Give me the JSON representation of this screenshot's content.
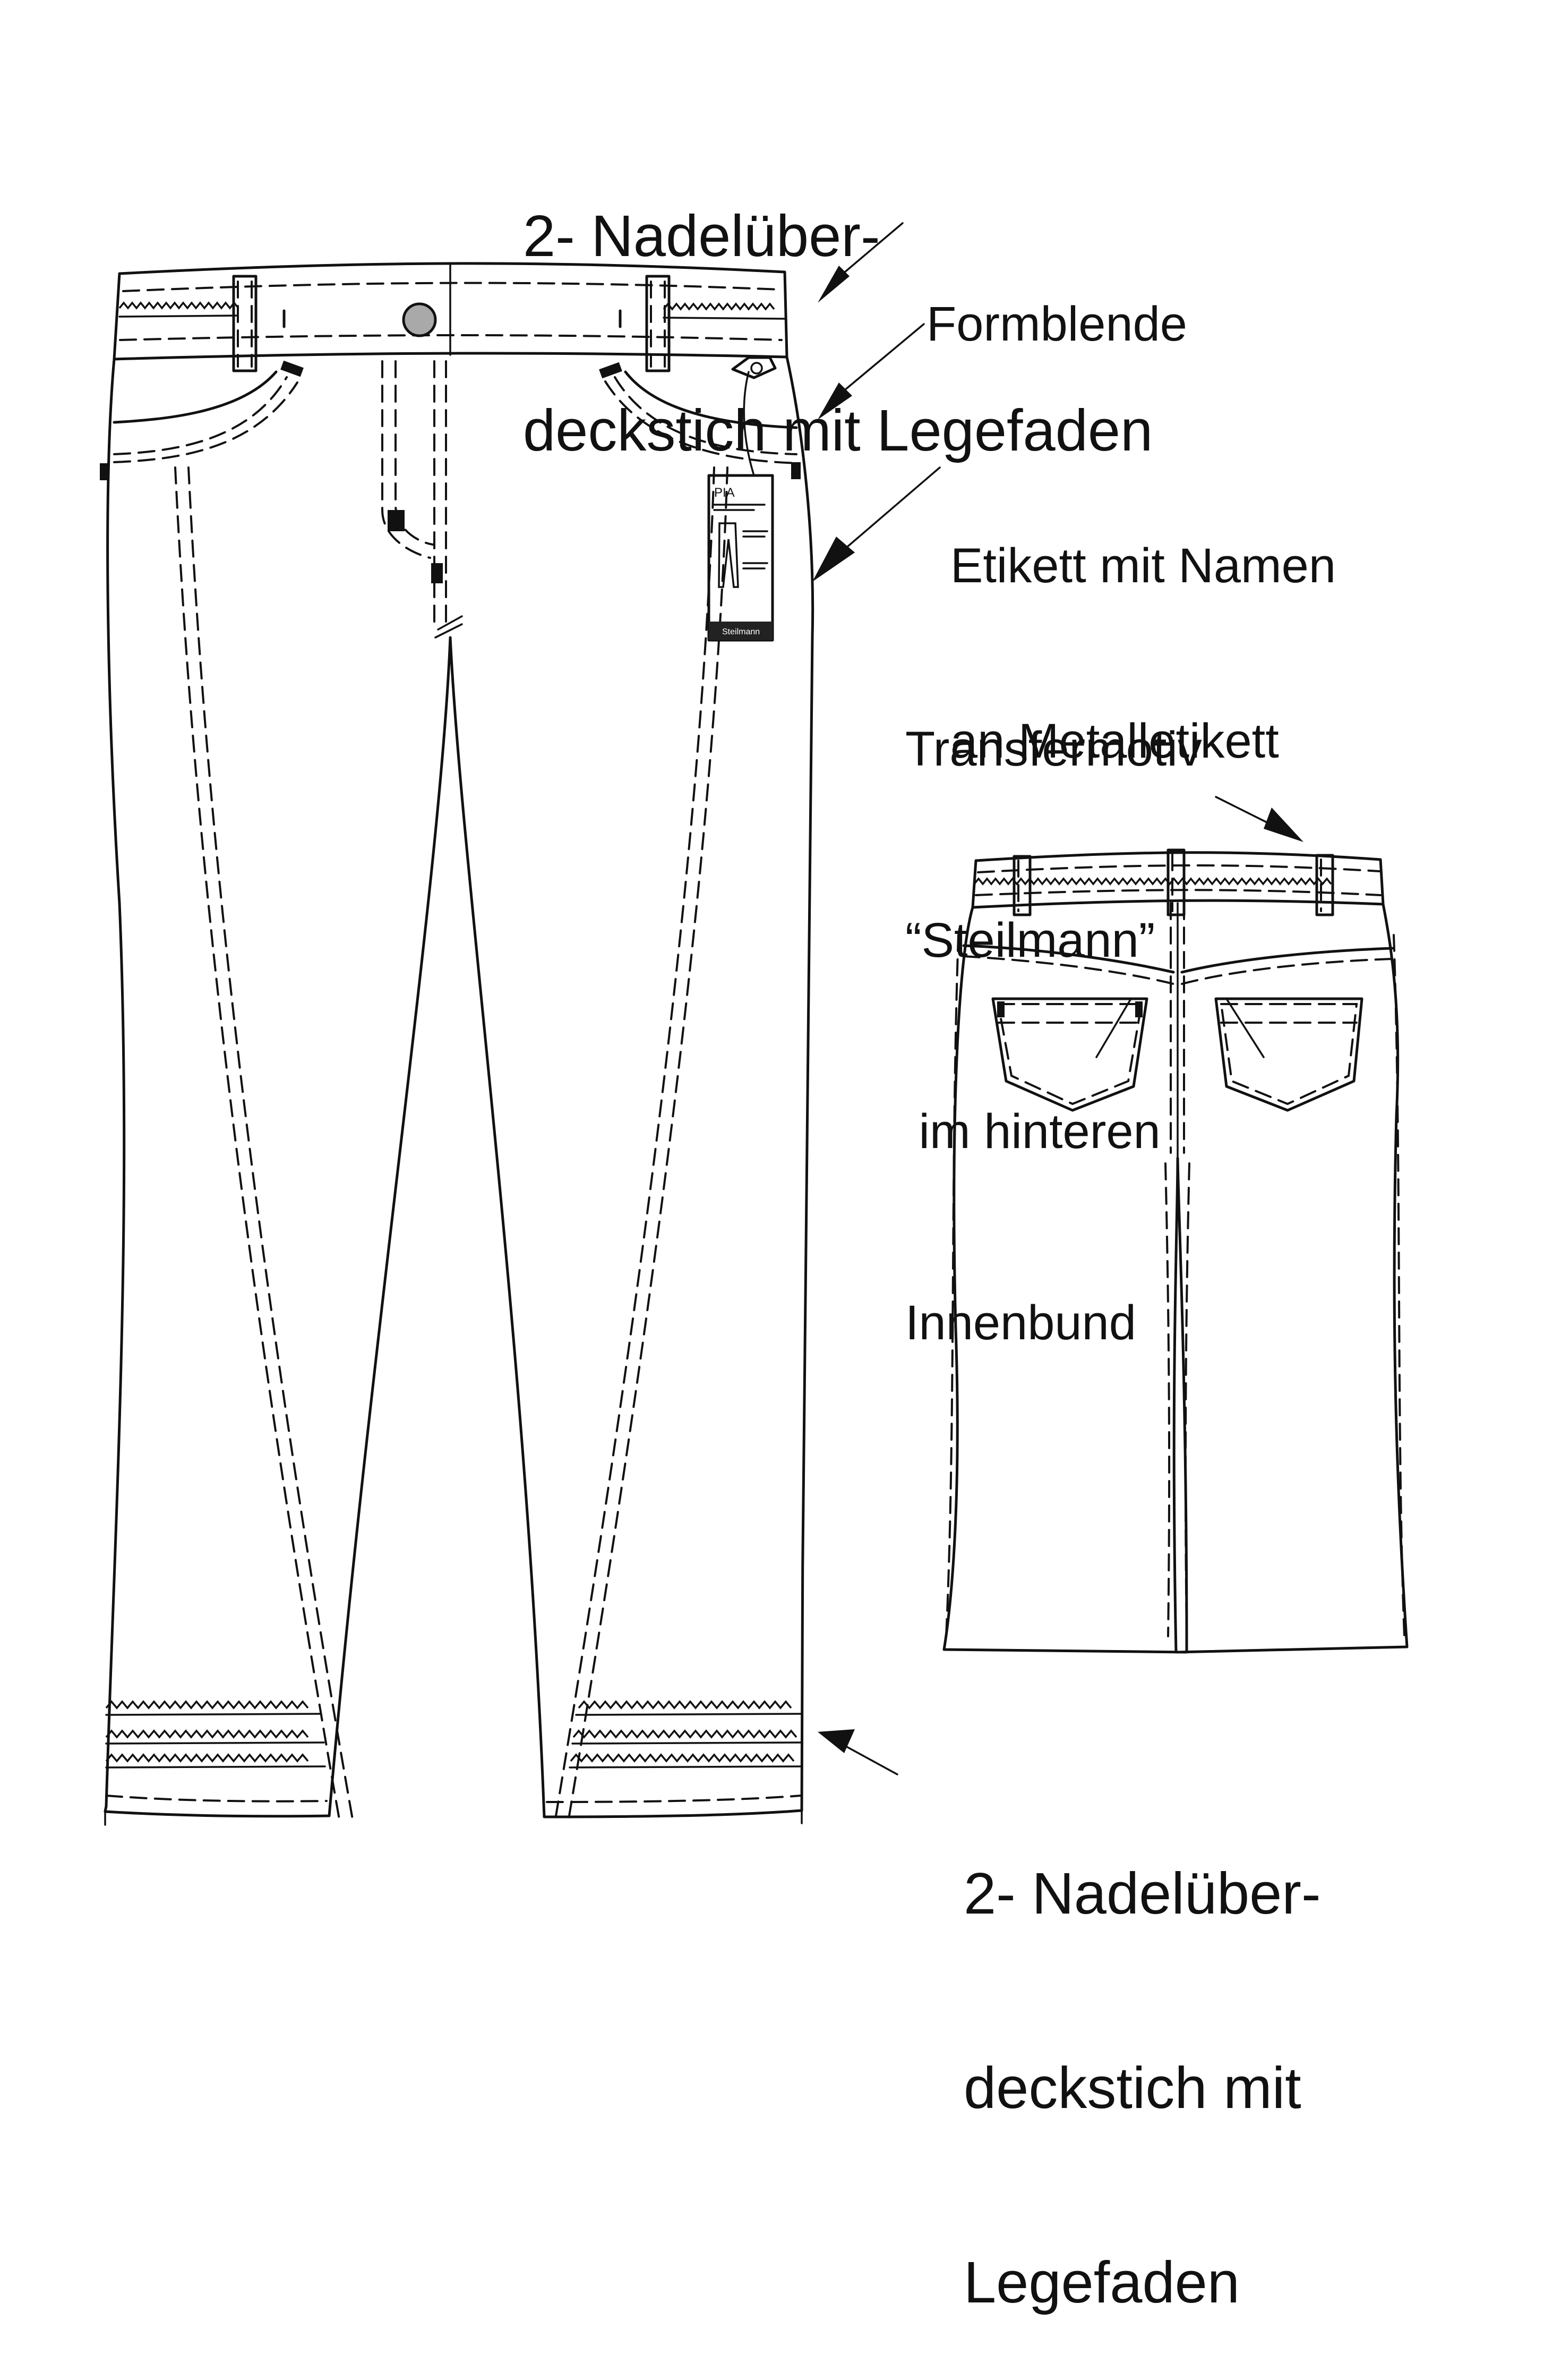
{
  "labels": {
    "top_stitch": [
      "2- Nadelüber-",
      "deckstich mit Legefaden"
    ],
    "formblende": "Formblende",
    "etikett": [
      "Etikett mit Namen",
      "an Metalletikett"
    ],
    "transfermotiv": [
      "Transfermotiv",
      "“Steilmann”",
      " im hinteren",
      "Innenbund"
    ],
    "bottom_stitch": [
      "2- Nadelüber-",
      "deckstich mit",
      "Legefaden"
    ]
  },
  "hang_tag": {
    "name": "PIA",
    "brand": "Steilmann"
  },
  "colors": {
    "line": "#111111",
    "button": "#a9a9a9",
    "background": "#ffffff"
  }
}
